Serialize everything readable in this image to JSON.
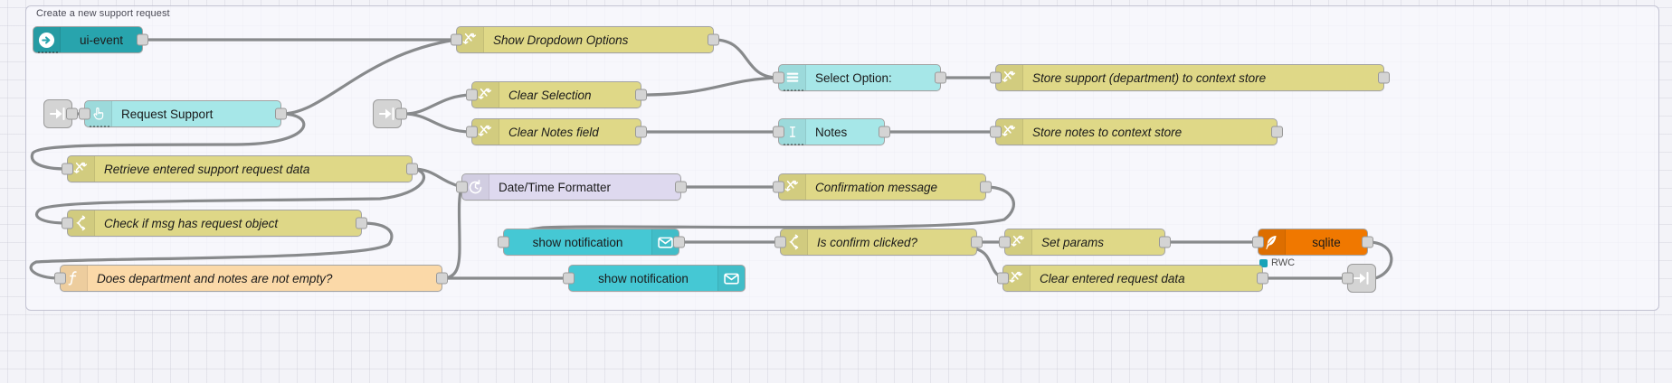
{
  "editor": {
    "app": "node-red-flow-editor",
    "group_label": "Create a new support request",
    "canvas_background": "#f3f3f8",
    "wire_color": "#888a8c"
  },
  "palette": {
    "change": "#dfd887",
    "switch": "#ded787",
    "function": "#fbd9a8",
    "ui_form": "#a6e7e8",
    "ui_event": "#28a4ad",
    "notification": "#45c8d4",
    "datetime": "#ded9ef",
    "sqlite": "#f07800",
    "link": "#d4d4d4"
  },
  "nodes": [
    {
      "id": "ui-event",
      "label": "ui-event",
      "type": "ui_event",
      "icon": "arrow-circle-right-icon"
    },
    {
      "id": "show-dropdown",
      "label": "Show Dropdown Options",
      "type": "change",
      "icon": "change-swap-icon"
    },
    {
      "id": "select-option",
      "label": "Select Option:",
      "type": "ui_form",
      "icon": "list-dropdown-icon"
    },
    {
      "id": "store-support",
      "label": "Store support (department) to context store",
      "type": "change",
      "icon": "change-swap-icon"
    },
    {
      "id": "request-support",
      "label": "Request Support",
      "type": "ui_form",
      "icon": "pointer-hand-icon"
    },
    {
      "id": "clear-selection",
      "label": "Clear Selection",
      "type": "change",
      "icon": "change-swap-icon"
    },
    {
      "id": "clear-notes",
      "label": "Clear Notes field",
      "type": "change",
      "icon": "change-swap-icon"
    },
    {
      "id": "notes",
      "label": "Notes",
      "type": "ui_form",
      "icon": "text-cursor-icon"
    },
    {
      "id": "store-notes",
      "label": "Store notes to context store",
      "type": "change",
      "icon": "change-swap-icon"
    },
    {
      "id": "retrieve-data",
      "label": "Retrieve entered support request data",
      "type": "change",
      "icon": "change-swap-icon"
    },
    {
      "id": "datetime",
      "label": "Date/Time Formatter",
      "type": "datetime",
      "icon": "clock-icon"
    },
    {
      "id": "confirmation",
      "label": "Confirmation message",
      "type": "change",
      "icon": "change-swap-icon"
    },
    {
      "id": "check-request",
      "label": "Check if msg has request object",
      "type": "switch",
      "icon": "switch-branch-icon"
    },
    {
      "id": "notify-1",
      "label": "show notification",
      "type": "notification",
      "icon": "envelope-icon"
    },
    {
      "id": "is-confirm",
      "label": "Is confirm clicked?",
      "type": "switch",
      "icon": "switch-branch-icon"
    },
    {
      "id": "set-params",
      "label": "Set params",
      "type": "change",
      "icon": "change-swap-icon"
    },
    {
      "id": "sqlite",
      "label": "sqlite",
      "type": "sqlite",
      "icon": "feather-icon"
    },
    {
      "id": "dept-notes",
      "label": "Does department and notes are not empty?",
      "type": "function",
      "icon": "function-fx-icon"
    },
    {
      "id": "notify-2",
      "label": "show notification",
      "type": "notification",
      "icon": "envelope-icon"
    },
    {
      "id": "clear-request",
      "label": "Clear entered request data",
      "type": "change",
      "icon": "change-swap-icon"
    },
    {
      "id": "link-in-1",
      "label": "",
      "type": "link_in",
      "icon": "link-in-icon"
    },
    {
      "id": "link-in-2",
      "label": "",
      "type": "link_in",
      "icon": "link-in-icon"
    },
    {
      "id": "link-out-1",
      "label": "",
      "type": "link_out",
      "icon": "link-out-icon"
    }
  ],
  "status": {
    "sqlite_status_text": "RWC",
    "sqlite_status_color": "#17a2b8"
  }
}
